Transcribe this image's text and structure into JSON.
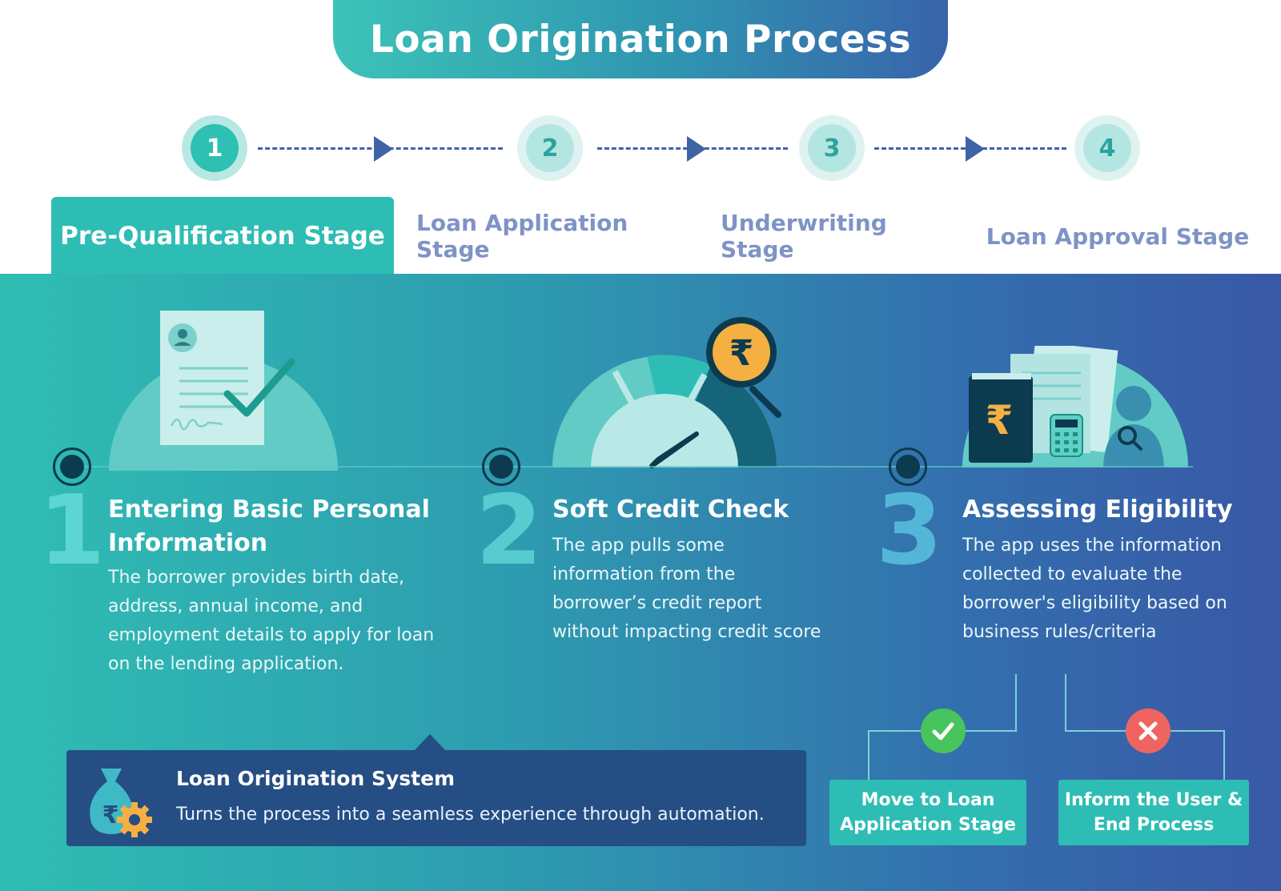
{
  "title": "Loan Origination Process",
  "steps": [
    {
      "number": "1",
      "label": "Pre-Qualification Stage",
      "active": true
    },
    {
      "number": "2",
      "label": "Loan Application Stage",
      "active": false
    },
    {
      "number": "3",
      "label": "Underwriting Stage",
      "active": false
    },
    {
      "number": "4",
      "label": "Loan Approval Stage",
      "active": false
    }
  ],
  "cards": [
    {
      "number": "1",
      "title": "Entering Basic Personal Information",
      "description": "The borrower provides birth date, address, annual income, and employment details to apply for loan on the lending application."
    },
    {
      "number": "2",
      "title": "Soft Credit Check",
      "description": "The app pulls some information from the borrower’s credit report without impacting credit score"
    },
    {
      "number": "3",
      "title": "Assessing Eligibility",
      "description": "The app uses the information collected to evaluate the borrower's eligibility based on business rules/criteria"
    }
  ],
  "los": {
    "title": "Loan Origination System",
    "description": "Turns the process into a seamless experience through automation."
  },
  "outcomes": {
    "approve": {
      "label_line1": "Move to Loan",
      "label_line2": "Application Stage"
    },
    "reject": {
      "label_line1": "Inform the User &",
      "label_line2": "End Process"
    }
  },
  "colors": {
    "teal": "#2ebdb4",
    "navy": "#254e84",
    "blue": "#3958a6",
    "tab_inactive": "#7e93c6",
    "success": "#47c45d",
    "error": "#ef6461",
    "rupee_gold": "#f5b041"
  },
  "icons": [
    "document-check-icon",
    "credit-gauge-icon",
    "rupee-magnifier-icon",
    "eligibility-docs-icon",
    "money-bag-gear-icon",
    "check-icon",
    "cross-icon"
  ]
}
